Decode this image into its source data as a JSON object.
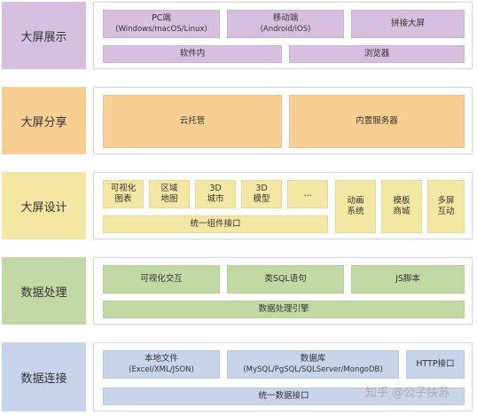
{
  "rows": [
    {
      "label": "大屏展示",
      "color": "#d7bfe0",
      "items": [
        {
          "line1": "PC端",
          "line2": "(Windows/macOS/Linux)"
        },
        {
          "line1": "移动端",
          "line2": "(Android/iOS)"
        },
        {
          "line1": "拼接大屏"
        },
        {
          "line1": "软件内"
        },
        {
          "line1": "浏览器"
        }
      ]
    },
    {
      "label": "大屏分享",
      "color": "#f8cf93",
      "items": [
        {
          "line1": "云托管"
        },
        {
          "line1": "内置服务器"
        }
      ]
    },
    {
      "label": "大屏设计",
      "color": "#f4e6a3",
      "items": [
        {
          "line1": "可视化",
          "line2": "图表"
        },
        {
          "line1": "区域",
          "line2": "地图"
        },
        {
          "line1": "3D",
          "line2": "城市"
        },
        {
          "line1": "3D",
          "line2": "模型"
        },
        {
          "line1": "..."
        },
        {
          "line1": "动画",
          "line2": "系统"
        },
        {
          "line1": "模板",
          "line2": "商城"
        },
        {
          "line1": "多屏",
          "line2": "互动"
        },
        {
          "line1": "统一组件接口"
        }
      ]
    },
    {
      "label": "数据处理",
      "color": "#c3d9a5",
      "items": [
        {
          "line1": "可视化交互"
        },
        {
          "line1": "类SQL语句"
        },
        {
          "line1": "JS脚本"
        },
        {
          "line1": "数据处理引擎"
        }
      ]
    },
    {
      "label": "数据连接",
      "color": "#c7d4ec",
      "items": [
        {
          "line1": "本地文件",
          "line2": "(Excel/XML/JSON)"
        },
        {
          "line1": "数据库",
          "line2": "(MySQL/PgSQL/SQLServer/MongoDB)"
        },
        {
          "line1": "HTTP接口"
        },
        {
          "line1": "统一数据接口"
        }
      ]
    }
  ],
  "watermark": "知乎 @公子扶苏"
}
